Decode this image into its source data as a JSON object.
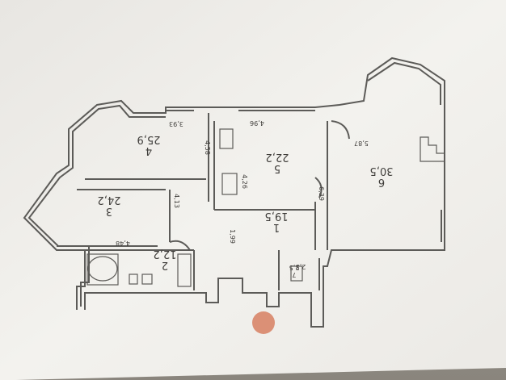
{
  "rooms": [
    {
      "id": "1",
      "area": "19,5"
    },
    {
      "id": "2",
      "area": "12,2"
    },
    {
      "id": "3",
      "area": "24,2"
    },
    {
      "id": "4",
      "area": "25,9"
    },
    {
      "id": "5",
      "area": "22,2"
    },
    {
      "id": "6",
      "area": "30,5"
    },
    {
      "id": "7",
      "area": "2,5"
    }
  ],
  "dimensions": [
    "3,93",
    "4,58",
    "4,96",
    "4,26",
    "6,39",
    "5,87",
    "4,13",
    "4,48",
    "1,99",
    "2,5"
  ],
  "colors": {
    "paper": "#f2f0ec",
    "wall": "#5c5b58",
    "marker": "#d98a70",
    "shadow": "#8f8b84"
  }
}
